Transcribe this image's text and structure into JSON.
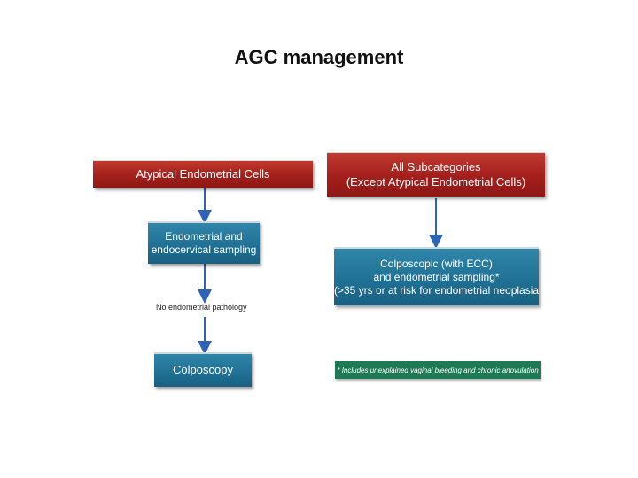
{
  "title": "AGC management",
  "left": {
    "header": "Atypical Endometrial Cells",
    "step1_line1": "Endometrial and",
    "step1_line2": "endocervical sampling",
    "condition": "No endometrial pathology",
    "step2": "Colposcopy"
  },
  "right": {
    "header_line1": "All Subcategories",
    "header_line2": "(Except Atypical Endometrial Cells)",
    "step1_line1": "Colposcopic (with ECC)",
    "step1_line2": "and endometrial sampling*",
    "step1_line3": "(>35 yrs or at risk for endometrial neoplasia",
    "footnote": "* Includes unexplained vaginal bleeding and chronic anovulation"
  },
  "colors": {
    "header_red": "#a31f1c",
    "step_blue": "#1f6f93",
    "arrow_blue": "#2e63b8",
    "footnote_green": "#1e7a55"
  }
}
